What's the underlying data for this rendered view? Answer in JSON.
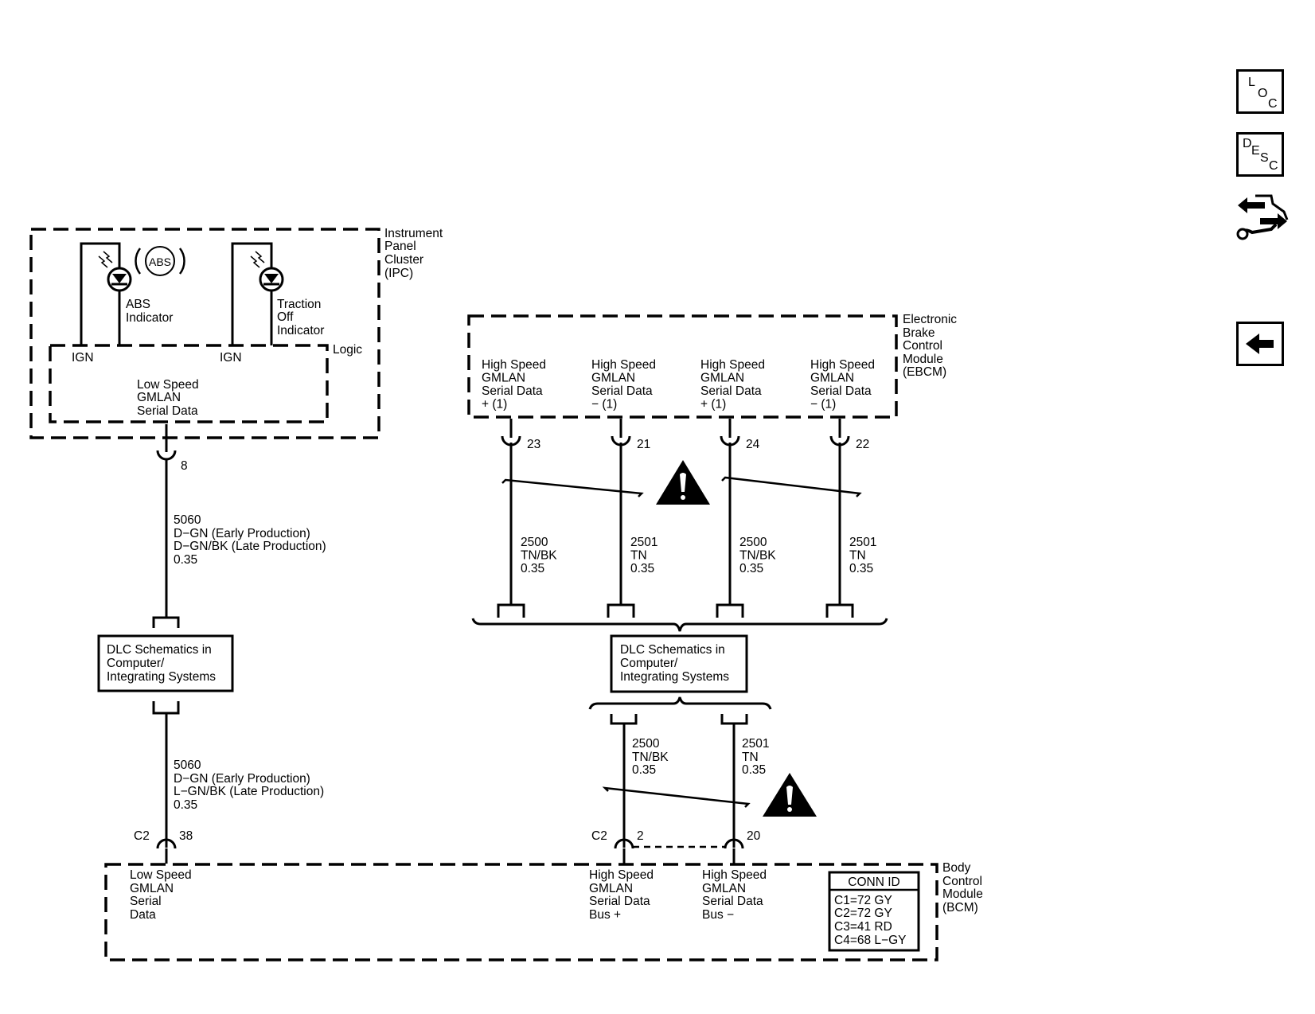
{
  "ipc": {
    "title_lines": [
      "Instrument",
      "Panel",
      "Cluster",
      "(IPC)"
    ],
    "abs_symbol": "ABS",
    "abs_label_lines": [
      "ABS",
      "Indicator"
    ],
    "traction_label_lines": [
      "Traction",
      "Off",
      "Indicator"
    ],
    "ign_left": "IGN",
    "ign_right": "IGN",
    "logic_label": "Logic",
    "lan_lines": [
      "Low Speed",
      "GMLAN",
      "Serial Data"
    ],
    "pin": "8"
  },
  "left_wire_upper_lines": [
    "5060",
    "D−GN (Early Production)",
    "D−GN/BK (Late Production)",
    "0.35"
  ],
  "left_wire_lower_lines": [
    "5060",
    "D−GN (Early Production)",
    "L−GN/BK (Late Production)",
    "0.35"
  ],
  "dlc_left_lines": [
    "DLC Schematics in",
    "Computer/",
    "Integrating Systems"
  ],
  "dlc_right_lines": [
    "DLC Schematics in",
    "Computer/",
    "Integrating Systems"
  ],
  "ebcm": {
    "title_lines": [
      "Electronic",
      "Brake",
      "Control",
      "Module",
      "(EBCM)"
    ],
    "terminals": [
      {
        "lines": [
          "High Speed",
          "GMLAN",
          "Serial Data",
          "+ (1)"
        ],
        "pin": "23",
        "wire": [
          "2500",
          "TN/BK",
          "0.35"
        ]
      },
      {
        "lines": [
          "High Speed",
          "GMLAN",
          "Serial Data",
          "− (1)"
        ],
        "pin": "21",
        "wire": [
          "2501",
          "TN",
          "0.35"
        ]
      },
      {
        "lines": [
          "High Speed",
          "GMLAN",
          "Serial Data",
          "+ (1)"
        ],
        "pin": "24",
        "wire": [
          "2500",
          "TN/BK",
          "0.35"
        ]
      },
      {
        "lines": [
          "High Speed",
          "GMLAN",
          "Serial Data",
          "− (1)"
        ],
        "pin": "22",
        "wire": [
          "2501",
          "TN",
          "0.35"
        ]
      }
    ]
  },
  "bcm_wires": [
    {
      "lines": [
        "2500",
        "TN/BK",
        "0.35"
      ]
    },
    {
      "lines": [
        "2501",
        "TN",
        "0.35"
      ]
    }
  ],
  "bcm": {
    "title_lines": [
      "Body",
      "Control",
      "Module",
      "(BCM)"
    ],
    "left_connector": "C2",
    "left_pin": "38",
    "left_label_lines": [
      "Low Speed",
      "GMLAN",
      "Serial",
      "Data"
    ],
    "right_connector": "C2",
    "pin_plus": "2",
    "pin_minus": "20",
    "plus_label_lines": [
      "High Speed",
      "GMLAN",
      "Serial Data",
      "Bus +"
    ],
    "minus_label_lines": [
      "High Speed",
      "GMLAN",
      "Serial Data",
      "Bus −"
    ],
    "conn_id": {
      "header": "CONN ID",
      "rows": [
        "C1=72 GY",
        "C2=72 GY",
        "C3=41 RD",
        "C4=68 L−GY"
      ]
    }
  },
  "nav": {
    "loc": {
      "letters": [
        "L",
        "O",
        "C"
      ]
    },
    "desc": {
      "letters": [
        "D",
        "E",
        "S",
        "C"
      ]
    },
    "connector_icon": "connector-repair-icon",
    "back_icon": "arrow-left-icon"
  }
}
